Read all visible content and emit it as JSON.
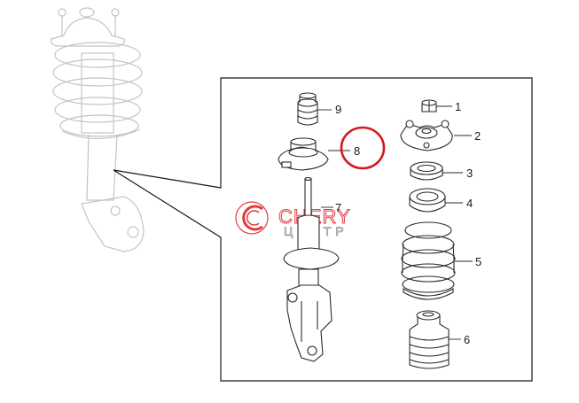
{
  "callouts": [
    "1",
    "2",
    "3",
    "4",
    "5",
    "6",
    "7",
    "8",
    "9"
  ],
  "watermark": {
    "brand": "CHERY",
    "sub": "ЦЕНТР"
  },
  "colors": {
    "highlight": "#d4181e",
    "line": "#2a2a2a",
    "faded": "#c4c4c4"
  }
}
